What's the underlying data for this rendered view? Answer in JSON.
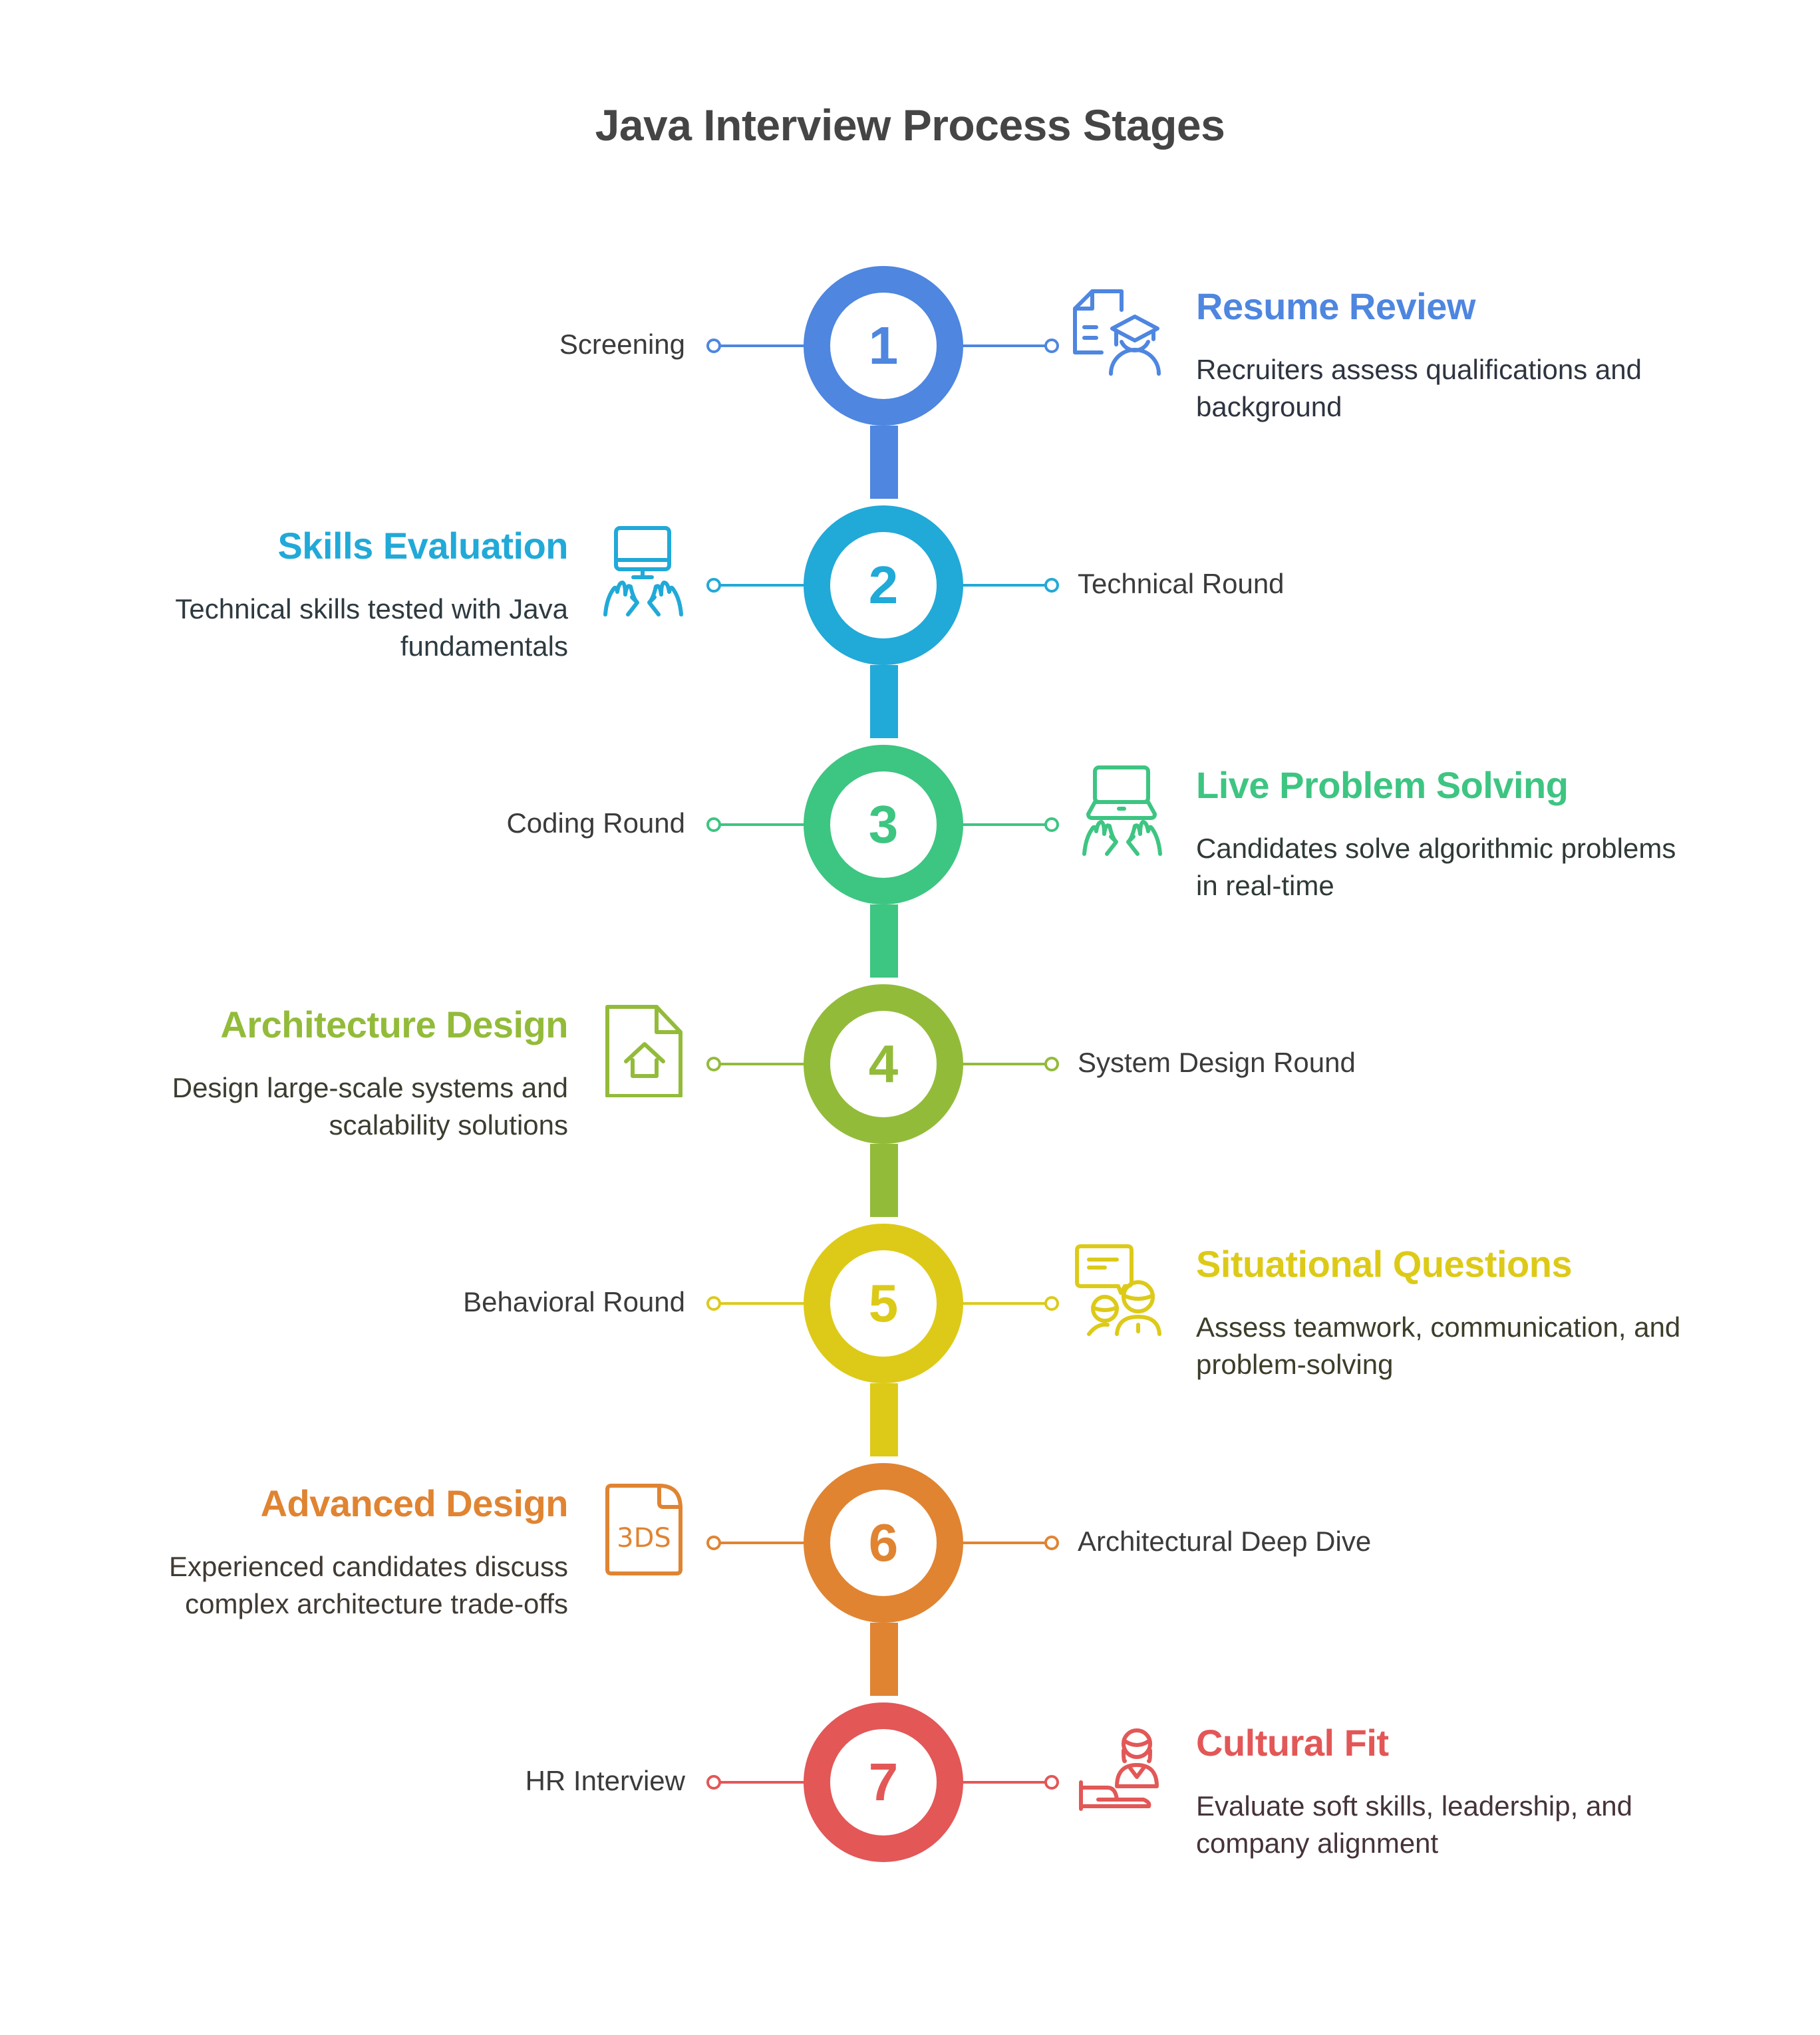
{
  "title": "Java Interview Process Stages",
  "stages": [
    {
      "number": "1",
      "label": "Screening",
      "heading": "Resume Review",
      "description": "Recruiters assess qualifications and background",
      "icon": "resume-graduate-icon",
      "color": "#4E86E0",
      "text_color": "#2E3440"
    },
    {
      "number": "2",
      "label": "Technical Round",
      "heading": "Skills Evaluation",
      "description": "Technical skills tested with Java fundamentals",
      "icon": "computer-typing-icon",
      "color": "#21A9D8",
      "text_color": "#2E3A40"
    },
    {
      "number": "3",
      "label": "Coding Round",
      "heading": "Live Problem Solving",
      "description": "Candidates solve algorithmic problems in real-time",
      "icon": "laptop-typing-icon",
      "color": "#3DC582",
      "text_color": "#2F3A35"
    },
    {
      "number": "4",
      "label": "System Design Round",
      "heading": "Architecture Design",
      "description": "Design large-scale systems and scalability solutions",
      "icon": "file-home-icon",
      "color": "#93BB3A",
      "text_color": "#3A3D30"
    },
    {
      "number": "5",
      "label": "Behavioral Round",
      "heading": "Situational Questions",
      "description": "Assess teamwork, communication, and problem-solving",
      "icon": "people-chat-icon",
      "color": "#DDCA18",
      "text_color": "#3D3D2A"
    },
    {
      "number": "6",
      "label": "Architectural Deep Dive",
      "heading": "Advanced Design",
      "description": "Experienced candidates discuss complex architecture trade-offs",
      "icon": "file-3ds-icon",
      "color": "#E08432",
      "text_color": "#403A33"
    },
    {
      "number": "7",
      "label": "HR Interview",
      "heading": "Cultural Fit",
      "description": "Evaluate soft skills, leadership, and company alignment",
      "icon": "interviewer-desk-icon",
      "color": "#E35757",
      "text_color": "#45333A"
    }
  ]
}
